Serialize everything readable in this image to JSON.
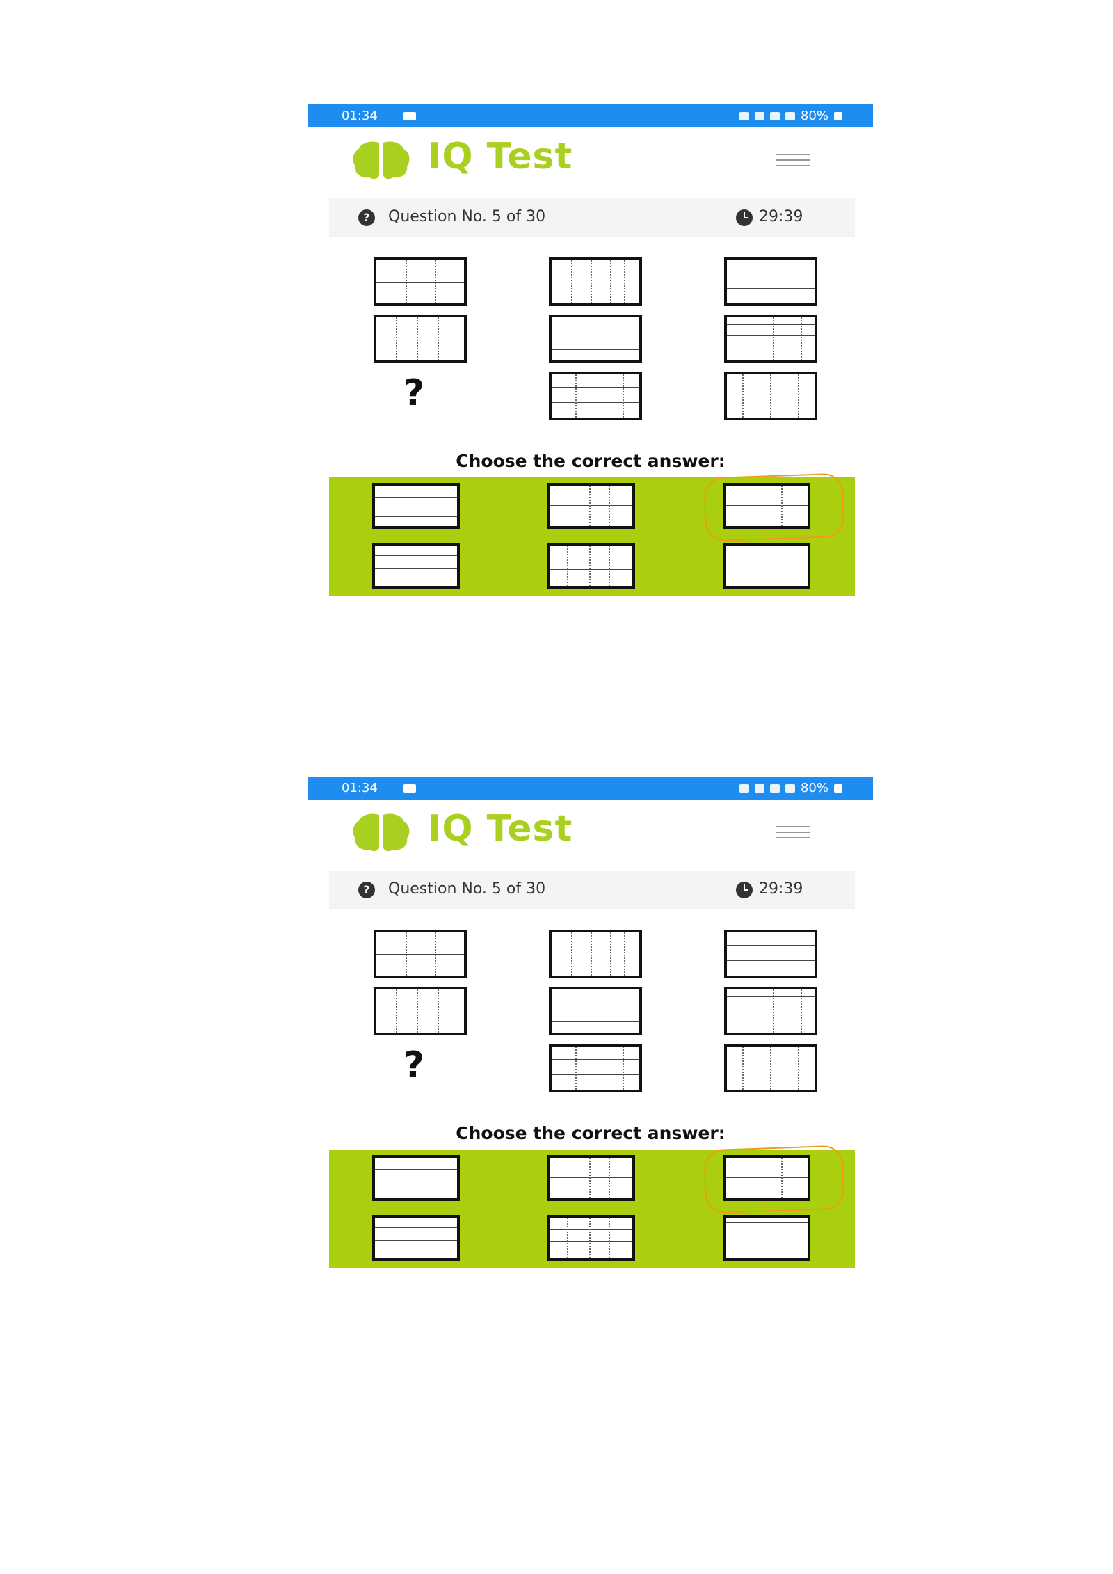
{
  "screenshots": [
    {
      "status": {
        "time": "01:34",
        "battery": "80%"
      },
      "app": {
        "title": "IQ Test"
      },
      "question": {
        "counter": "Question No. 5 of 30",
        "timer": "29:39"
      },
      "puzzle": {
        "missing_symbol": "?"
      },
      "prompt": "Choose the correct answer:",
      "selected_answer_index": 2
    },
    {
      "status": {
        "time": "01:34",
        "battery": "80%"
      },
      "app": {
        "title": "IQ Test"
      },
      "question": {
        "counter": "Question No. 5 of 30",
        "timer": "29:39"
      },
      "puzzle": {
        "missing_symbol": "?"
      },
      "prompt": "Choose the correct answer:",
      "selected_answer_index": 2
    }
  ],
  "colors": {
    "status_bar": "#1f8cf0",
    "brand": "#a9cf20",
    "answers_bg": "#a9cf0e",
    "highlight": "#f29a1c"
  },
  "icons": [
    "brain-icon",
    "hamburger-menu-icon",
    "question-icon",
    "clock-icon"
  ]
}
